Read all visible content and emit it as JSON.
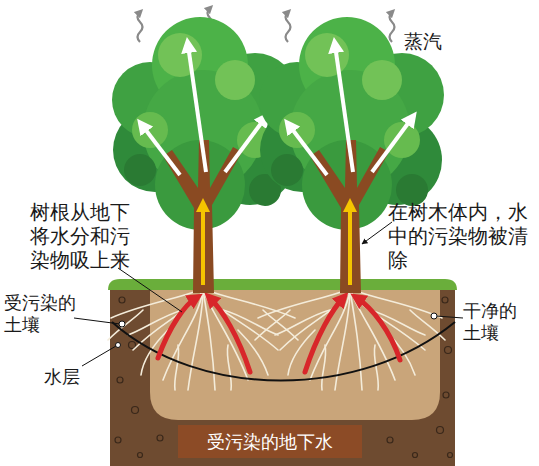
{
  "diagram": {
    "nodes": [
      {
        "text": [
          "受污染的地下水"
        ]
      }
    ],
    "labels": [
      "蒸汽",
      "树根从地下将水分和污染物吸上来",
      "在树木体内，水中的污染物被清除",
      "受污染的土壤",
      "干净的土壤",
      "水层"
    ]
  }
}
